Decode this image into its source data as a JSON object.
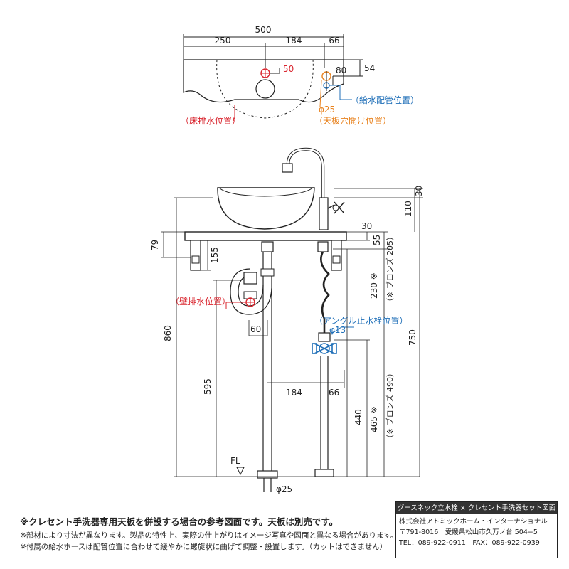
{
  "top_view": {
    "dims": {
      "total": "500",
      "left": "250",
      "mid": "184",
      "right": "66",
      "red_off": "50",
      "orange_off": "80",
      "depth": "54"
    },
    "labels": {
      "floor_drain": "（床排水位置）",
      "supply_pos": "（給水配管位置）",
      "phi25": "φ25",
      "hole_pos": "（天板穴開け位置）"
    }
  },
  "front_view": {
    "dims": {
      "d30a": "30",
      "d110": "110",
      "d79": "79",
      "d155": "155",
      "d30b": "30",
      "d55": "55",
      "d230": "230 ※",
      "bronze205": "（※ ブロンズ 205）",
      "d860": "860",
      "d750": "750",
      "d60": "60",
      "d595": "595",
      "d184": "184",
      "d66": "66",
      "d440": "440",
      "d465": "465 ※",
      "bronze490": "（※ ブロンズ 490）",
      "fl": "FL",
      "phi25": "φ25",
      "phi13": "φ13"
    },
    "labels": {
      "wall_drain": "（壁排水位置）",
      "angle_valve": "（アングル止水栓位置）"
    }
  },
  "notes": {
    "main": "※クレセント手洗器専用天板を併設する場合の参考図面です。天板は別売です。",
    "note1": "※部材により寸法が異なります。製品の特性上、実際の仕上がりはイメージ写真や図面と異なる場合があります。",
    "note2": "※付属の給水ホースは配管位置に合わせて緩やかに螺旋状に曲げて調整・設置します。（カットはできません）"
  },
  "company": {
    "title": "グースネック立水栓 × クレセント手洗器セット図面",
    "name": "株式会社アトミックホーム・インターナショナル",
    "address": "〒791-8016　愛媛県松山市久万ノ台 504−5",
    "contact": "TEL：089-922-0911　FAX：089-922-0939"
  },
  "colors": {
    "red": "#d9252e",
    "orange": "#e8821e",
    "blue": "#1f6fb8",
    "line": "#222222"
  }
}
